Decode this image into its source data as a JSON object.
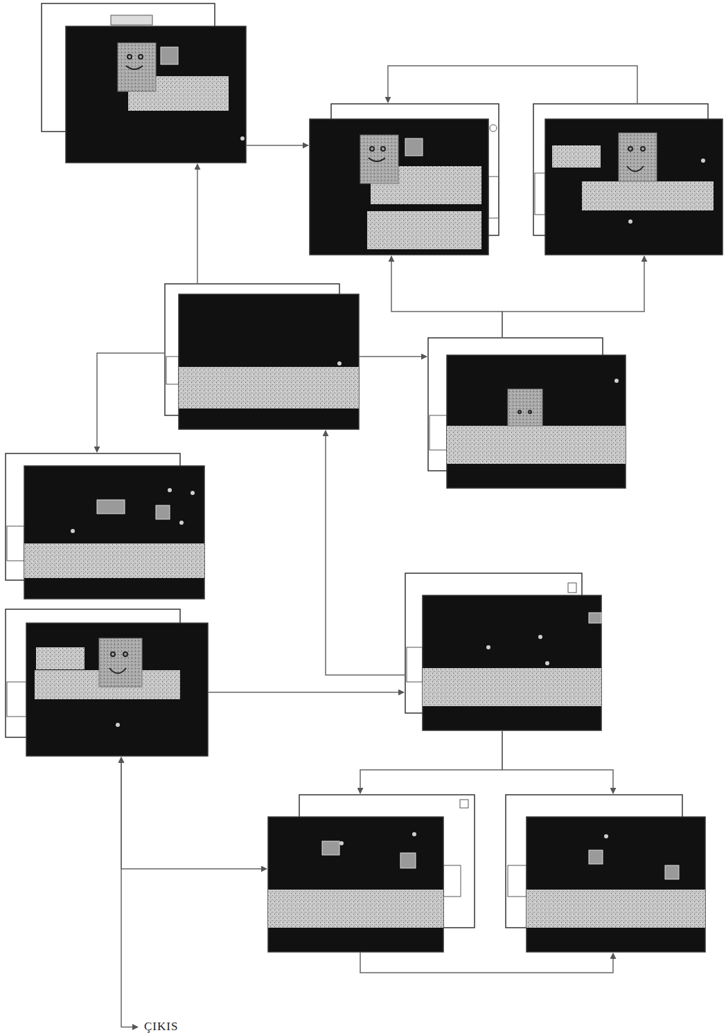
{
  "diagram": {
    "nodes": [
      {
        "text": []
      },
      {
        "text": []
      },
      {
        "text": []
      },
      {
        "text": []
      },
      {
        "text": []
      },
      {
        "text": []
      },
      {
        "text": []
      },
      {
        "text": []
      },
      {
        "text": []
      },
      {
        "text": []
      },
      {
        "text": [
          "ÇIKIS"
        ]
      }
    ],
    "edges": [
      {
        "from": 3,
        "to": 0,
        "arrow": "to"
      },
      {
        "from": 0,
        "to": 1,
        "arrow": "to"
      },
      {
        "from": 2,
        "to": 1,
        "arrow": "to"
      },
      {
        "from": 4,
        "to": 1,
        "arrow": "to"
      },
      {
        "from": 4,
        "to": 2,
        "arrow": "to"
      },
      {
        "from": 3,
        "to": 4,
        "arrow": "to"
      },
      {
        "from": 3,
        "to": 5,
        "arrow": "to"
      },
      {
        "from": 6,
        "to": 7,
        "arrow": "to"
      },
      {
        "from": 7,
        "to": 3,
        "arrow": "to"
      },
      {
        "from": 7,
        "to": 8,
        "arrow": "to"
      },
      {
        "from": 7,
        "to": 9,
        "arrow": "to"
      },
      {
        "from": 8,
        "to": 9,
        "arrow": "to"
      },
      {
        "from": 6,
        "to": 8,
        "arrow": "both"
      },
      {
        "from": 6,
        "to": 10,
        "arrow": "both"
      }
    ]
  }
}
